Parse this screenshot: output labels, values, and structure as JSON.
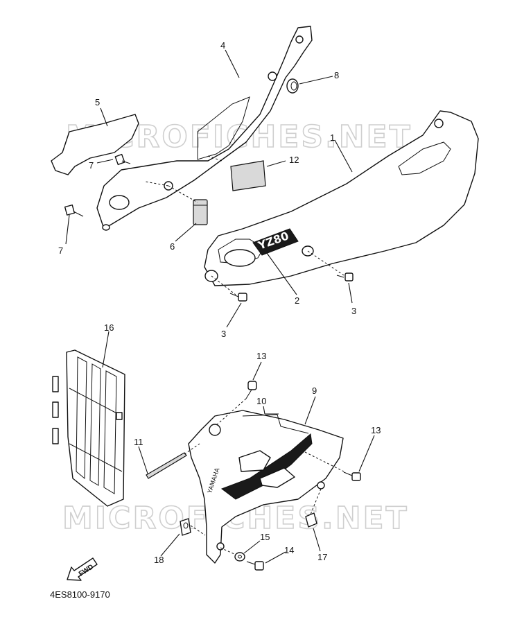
{
  "watermark": "MICROFICHES.NET",
  "part_numbers": [
    "1",
    "2",
    "3",
    "3",
    "4",
    "5",
    "6",
    "7",
    "7",
    "8",
    "9",
    "10",
    "11",
    "12",
    "13",
    "13",
    "14",
    "15",
    "16",
    "17",
    "18"
  ],
  "fwd_label": "FWD",
  "drawing_code": "4ES8100-9170",
  "decal_text": {
    "model": "YZ80",
    "brand": "YAMAHA"
  }
}
